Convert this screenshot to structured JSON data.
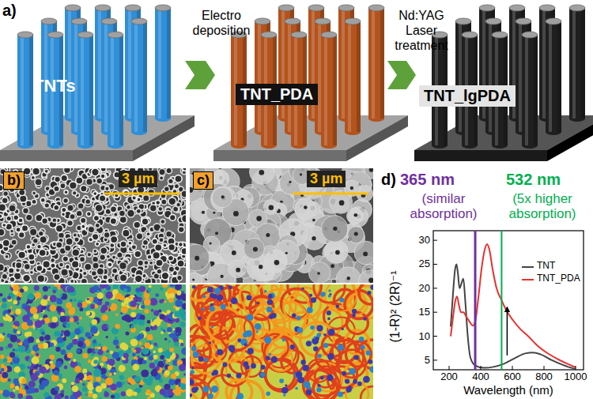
{
  "diagram": {
    "nodes": [
      {
        "text": [
          "TNTs"
        ]
      },
      {
        "text": [
          "TNT_PDA"
        ]
      },
      {
        "text": [
          "TNT_lgPDA"
        ]
      }
    ],
    "edges": [
      {
        "from": 0,
        "to": 1,
        "label": "Electro deposition",
        "arrow": "to"
      },
      {
        "from": 1,
        "to": 2,
        "label": "Nd:YAG Laser treatment",
        "arrow": "to"
      }
    ],
    "labels": [
      "a)",
      "b)",
      "3 µm",
      "c)",
      "3 µm",
      "d)",
      "365 nm",
      "(similar absorption)",
      "532 nm",
      "(5x higher absorption)",
      "(1-R)² (2R)⁻¹",
      "5",
      "10",
      "15",
      "20",
      "25",
      "30",
      "200",
      "400",
      "600",
      "800",
      "1000",
      "Wavelength (nm)"
    ],
    "legend": [
      {
        "text": "TNT"
      },
      {
        "text": "TNT_PDA"
      }
    ]
  }
}
